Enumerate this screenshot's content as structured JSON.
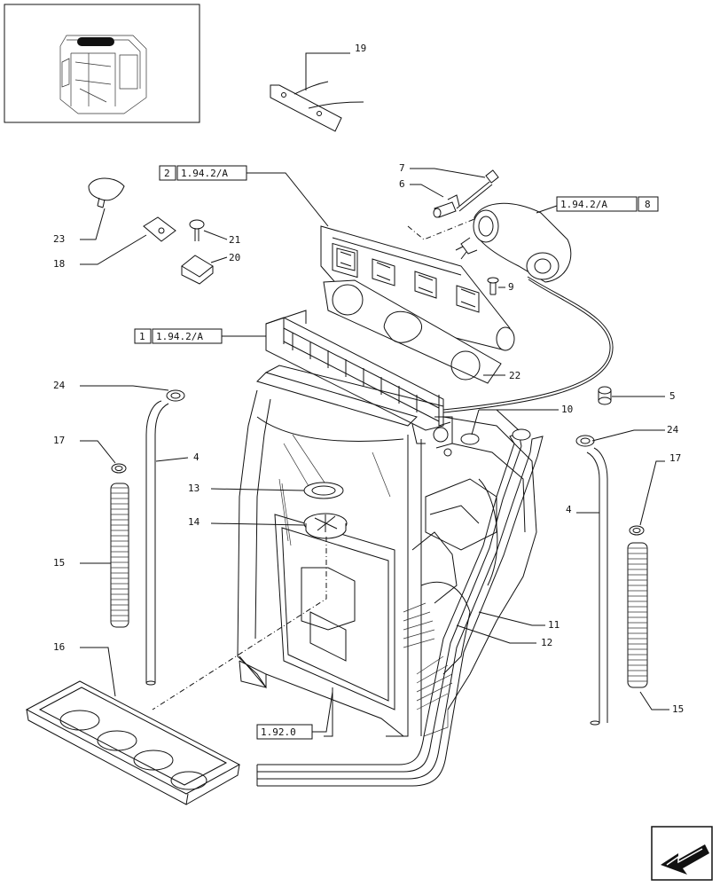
{
  "callouts": [
    {
      "id": "c19",
      "text": "19"
    },
    {
      "id": "c7",
      "text": "7"
    },
    {
      "id": "c6",
      "text": "6"
    },
    {
      "id": "c23",
      "text": "23"
    },
    {
      "id": "c18",
      "text": "18"
    },
    {
      "id": "c21",
      "text": "21"
    },
    {
      "id": "c20",
      "text": "20"
    },
    {
      "id": "c9",
      "text": "9"
    },
    {
      "id": "c22",
      "text": "22"
    },
    {
      "id": "c24a",
      "text": "24"
    },
    {
      "id": "c5",
      "text": "5"
    },
    {
      "id": "c10",
      "text": "10"
    },
    {
      "id": "c24b",
      "text": "24"
    },
    {
      "id": "c17a",
      "text": "17"
    },
    {
      "id": "c4a",
      "text": "4"
    },
    {
      "id": "c17b",
      "text": "17"
    },
    {
      "id": "c13",
      "text": "13"
    },
    {
      "id": "c14",
      "text": "14"
    },
    {
      "id": "c4b",
      "text": "4"
    },
    {
      "id": "c15a",
      "text": "15"
    },
    {
      "id": "c11",
      "text": "11"
    },
    {
      "id": "c12",
      "text": "12"
    },
    {
      "id": "c16",
      "text": "16"
    },
    {
      "id": "c15b",
      "text": "15"
    }
  ],
  "references": {
    "ref_a": {
      "num": "2",
      "code": "1.94.2/A"
    },
    "ref_b": {
      "num": "1",
      "code": "1.94.2/A"
    },
    "ref_c": {
      "code": "1.94.2/A",
      "num": "8"
    },
    "ref_d": {
      "code": "1.92.0"
    }
  },
  "nav": {
    "icon": "arrow-previous-icon"
  }
}
